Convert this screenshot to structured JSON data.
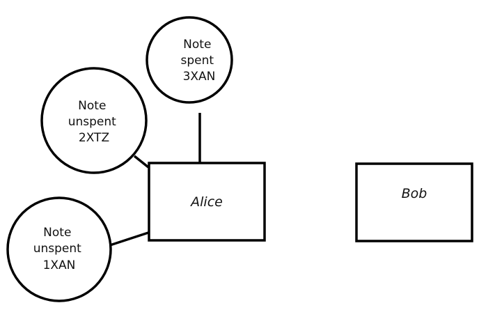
{
  "diagram": {
    "nodes": {
      "alice": {
        "label": "Alice"
      },
      "bob": {
        "label": "Bob"
      },
      "note_spent": {
        "lines": [
          "Note",
          "spent",
          "3XAN"
        ]
      },
      "note_unspent_xtz": {
        "lines": [
          "Note",
          "unspent",
          "2XTZ"
        ]
      },
      "note_unspent_xan": {
        "lines": [
          "Note",
          "unspent",
          "1XAN"
        ]
      }
    },
    "edges": [
      {
        "from": "note_spent",
        "to": "alice"
      },
      {
        "from": "note_unspent_xtz",
        "to": "alice"
      },
      {
        "from": "note_unspent_xan",
        "to": "alice"
      }
    ],
    "colors": {
      "stroke": "#000000",
      "fill": "#ffffff"
    }
  }
}
